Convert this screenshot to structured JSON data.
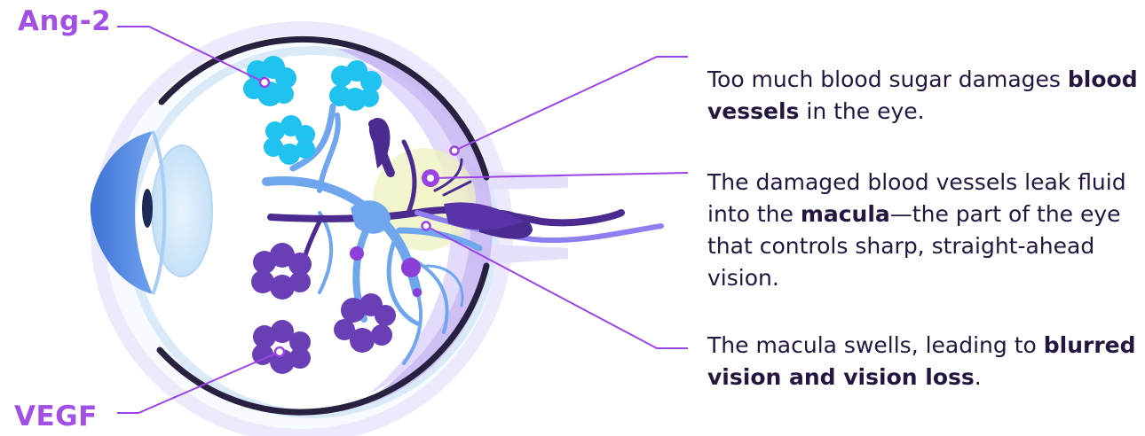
{
  "labels": {
    "ang2": "Ang-2",
    "vegf": "VEGF"
  },
  "captions": [
    {
      "pre": "Too much blood sugar damages ",
      "bold": "blood vessels",
      "post": " in the eye."
    },
    {
      "pre": "The damaged blood vessels leak fluid into the ",
      "bold": "macula",
      "post": "—the part of the eye that controls sharp, straight-ahead vision."
    },
    {
      "pre": "The macula swells, leading to ",
      "bold": "blurred vision and vision loss",
      "post": "."
    }
  ],
  "colors": {
    "label": "#a14fe5",
    "text": "#24163f",
    "eye_outline": "#27203f",
    "cornea": "#4b86e0",
    "ang2_clusters": "#20c2f0",
    "vegf_clusters": "#6a3fb5",
    "vessels_dark": "#4b2b8f",
    "vessels_light": "#6fa6ee",
    "macula_glow": "#f1f3c4",
    "leader_lines": "#9b44e6"
  }
}
